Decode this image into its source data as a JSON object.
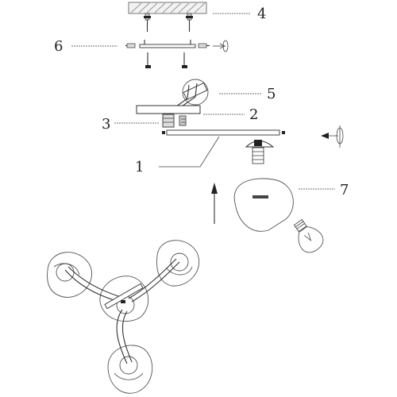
{
  "callouts": [
    {
      "number": "4",
      "part": "ceiling-mount"
    },
    {
      "number": "6",
      "part": "mounting-bracket"
    },
    {
      "number": "5",
      "part": "wire-connector"
    },
    {
      "number": "2",
      "part": "canopy-plate"
    },
    {
      "number": "3",
      "part": "cable-gland"
    },
    {
      "number": "1",
      "part": "arm-tube"
    },
    {
      "number": "7",
      "part": "glass-globe"
    }
  ],
  "icons": [
    "rotate-arrow-icon",
    "up-arrow-icon",
    "left-arrow-icon",
    "light-bulb-icon"
  ]
}
